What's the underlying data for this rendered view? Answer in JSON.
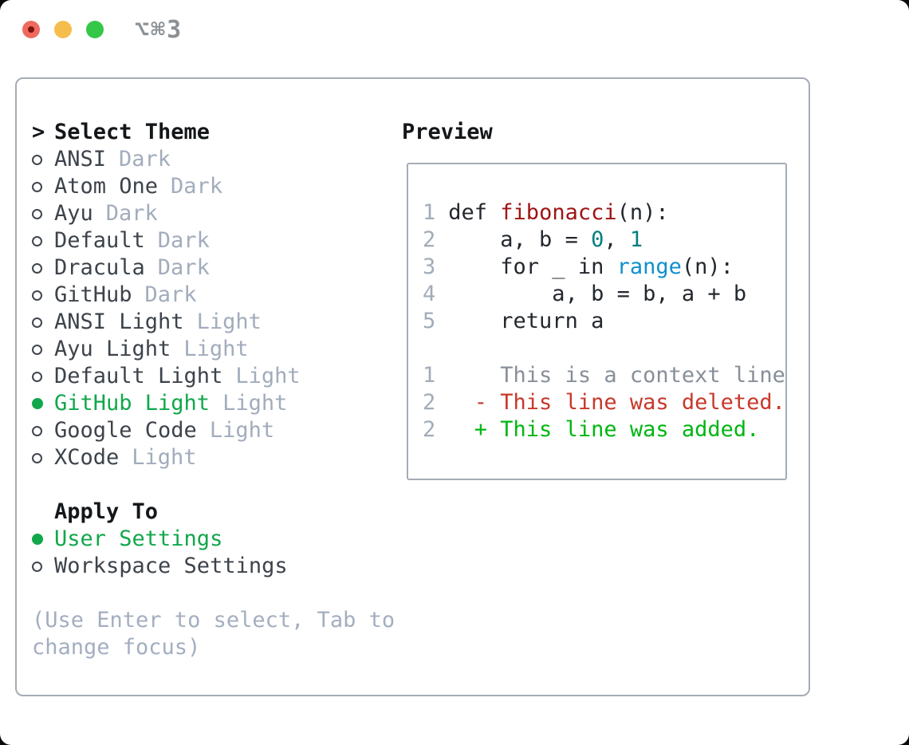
{
  "window": {
    "title": "⌥⌘3",
    "traffic_lights": [
      "close",
      "minimize",
      "zoom"
    ]
  },
  "palette": {
    "selection_green": "#11a74b",
    "added_green": "#00b612",
    "deleted_red": "#c8382a",
    "context_gray": "#878f99",
    "function_red": "#a01414",
    "number_teal": "#037e80",
    "builtin_blue": "#0f90cc",
    "dim_gray": "#a2acbc",
    "border_gray": "#a4acb6"
  },
  "select_theme": {
    "prompt": ">",
    "title": "Select Theme",
    "items": [
      {
        "name": "ANSI",
        "tag": "Dark",
        "selected": false
      },
      {
        "name": "Atom One",
        "tag": "Dark",
        "selected": false
      },
      {
        "name": "Ayu",
        "tag": "Dark",
        "selected": false
      },
      {
        "name": "Default",
        "tag": "Dark",
        "selected": false
      },
      {
        "name": "Dracula",
        "tag": "Dark",
        "selected": false
      },
      {
        "name": "GitHub",
        "tag": "Dark",
        "selected": false
      },
      {
        "name": "ANSI Light",
        "tag": "Light",
        "selected": false
      },
      {
        "name": "Ayu Light",
        "tag": "Light",
        "selected": false
      },
      {
        "name": "Default Light",
        "tag": "Light",
        "selected": false
      },
      {
        "name": "GitHub Light",
        "tag": "Light",
        "selected": true
      },
      {
        "name": "Google Code",
        "tag": "Light",
        "selected": false
      },
      {
        "name": "XCode",
        "tag": "Light",
        "selected": false
      }
    ]
  },
  "apply_to": {
    "title": "Apply To",
    "options": [
      {
        "name": "User Settings",
        "selected": true
      },
      {
        "name": "Workspace Settings",
        "selected": false
      }
    ]
  },
  "hint": {
    "line1": "(Use Enter to select, Tab to",
    "line2": "change focus)"
  },
  "preview": {
    "title": "Preview",
    "code_lines": [
      {
        "num": "1",
        "tokens": [
          {
            "text": "def ",
            "style": "plain"
          },
          {
            "text": "fibonacci",
            "style": "function"
          },
          {
            "text": "(n):",
            "style": "plain"
          }
        ]
      },
      {
        "num": "2",
        "tokens": [
          {
            "text": "    a, b = ",
            "style": "plain"
          },
          {
            "text": "0",
            "style": "number"
          },
          {
            "text": ", ",
            "style": "plain"
          },
          {
            "text": "1",
            "style": "number"
          }
        ]
      },
      {
        "num": "3",
        "tokens": [
          {
            "text": "    for _ in ",
            "style": "plain"
          },
          {
            "text": "range",
            "style": "builtin"
          },
          {
            "text": "(n):",
            "style": "plain"
          }
        ]
      },
      {
        "num": "4",
        "tokens": [
          {
            "text": "        a, b = b, a + b",
            "style": "plain"
          }
        ]
      },
      {
        "num": "5",
        "tokens": [
          {
            "text": "    return a",
            "style": "plain"
          }
        ]
      }
    ],
    "diff_lines": [
      {
        "num": "1",
        "text": "    This is a context line.",
        "type": "context"
      },
      {
        "num": "2",
        "text": "  - This line was deleted.",
        "type": "deleted"
      },
      {
        "num": "2",
        "text": "  + This line was added.",
        "type": "added"
      }
    ]
  }
}
